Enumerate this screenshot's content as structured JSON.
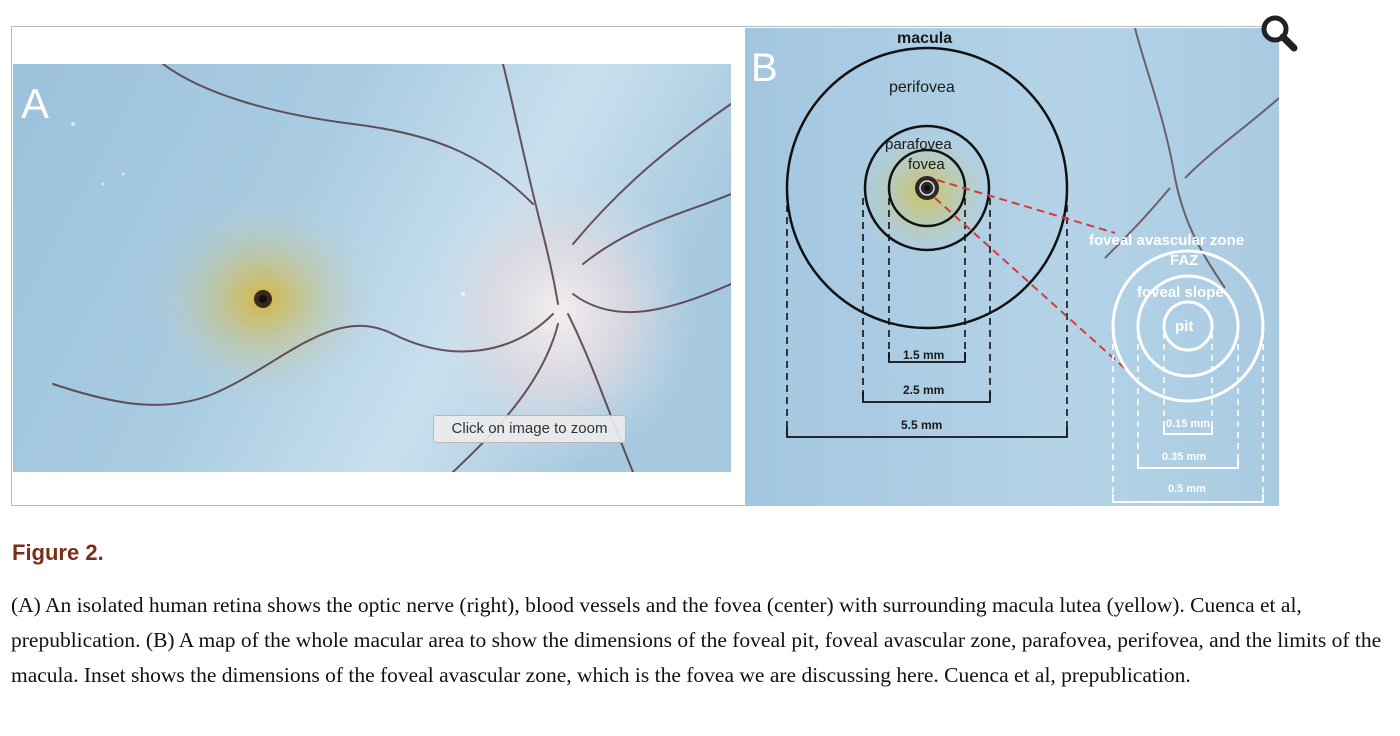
{
  "figure": {
    "panel_a": {
      "letter": "A",
      "zoom_hint": "Click on image to zoom"
    },
    "panel_b": {
      "letter": "B",
      "labels": {
        "macula": "macula",
        "perifovea": "perifovea",
        "parafovea": "parafovea",
        "fovea": "fovea",
        "faz_full": "foveal avascular zone",
        "faz": "FAZ",
        "foveal_slope": "foveal slope",
        "pit": "pit"
      },
      "dimensions": {
        "d1": "1.5 mm",
        "d2": "2.5 mm",
        "d3": "5.5 mm",
        "i1": "0.15 mm",
        "i2": "0.35 mm",
        "i3": "0.5 mm"
      }
    },
    "magnifier_icon": "search-icon",
    "title": "Figure 2.",
    "caption": "(A) An isolated human retina shows the optic nerve (right), blood vessels and the fovea (center) with surrounding macula lutea (yellow). Cuenca et al, prepublication. (B) A map of the whole macular area to show the dimensions of the foveal pit, foveal avascular zone, parafovea, perifovea, and the limits of the macula. Inset shows the dimensions of the foveal avascular zone, which is the fovea we are discussing here. Cuenca et al, prepublication."
  }
}
